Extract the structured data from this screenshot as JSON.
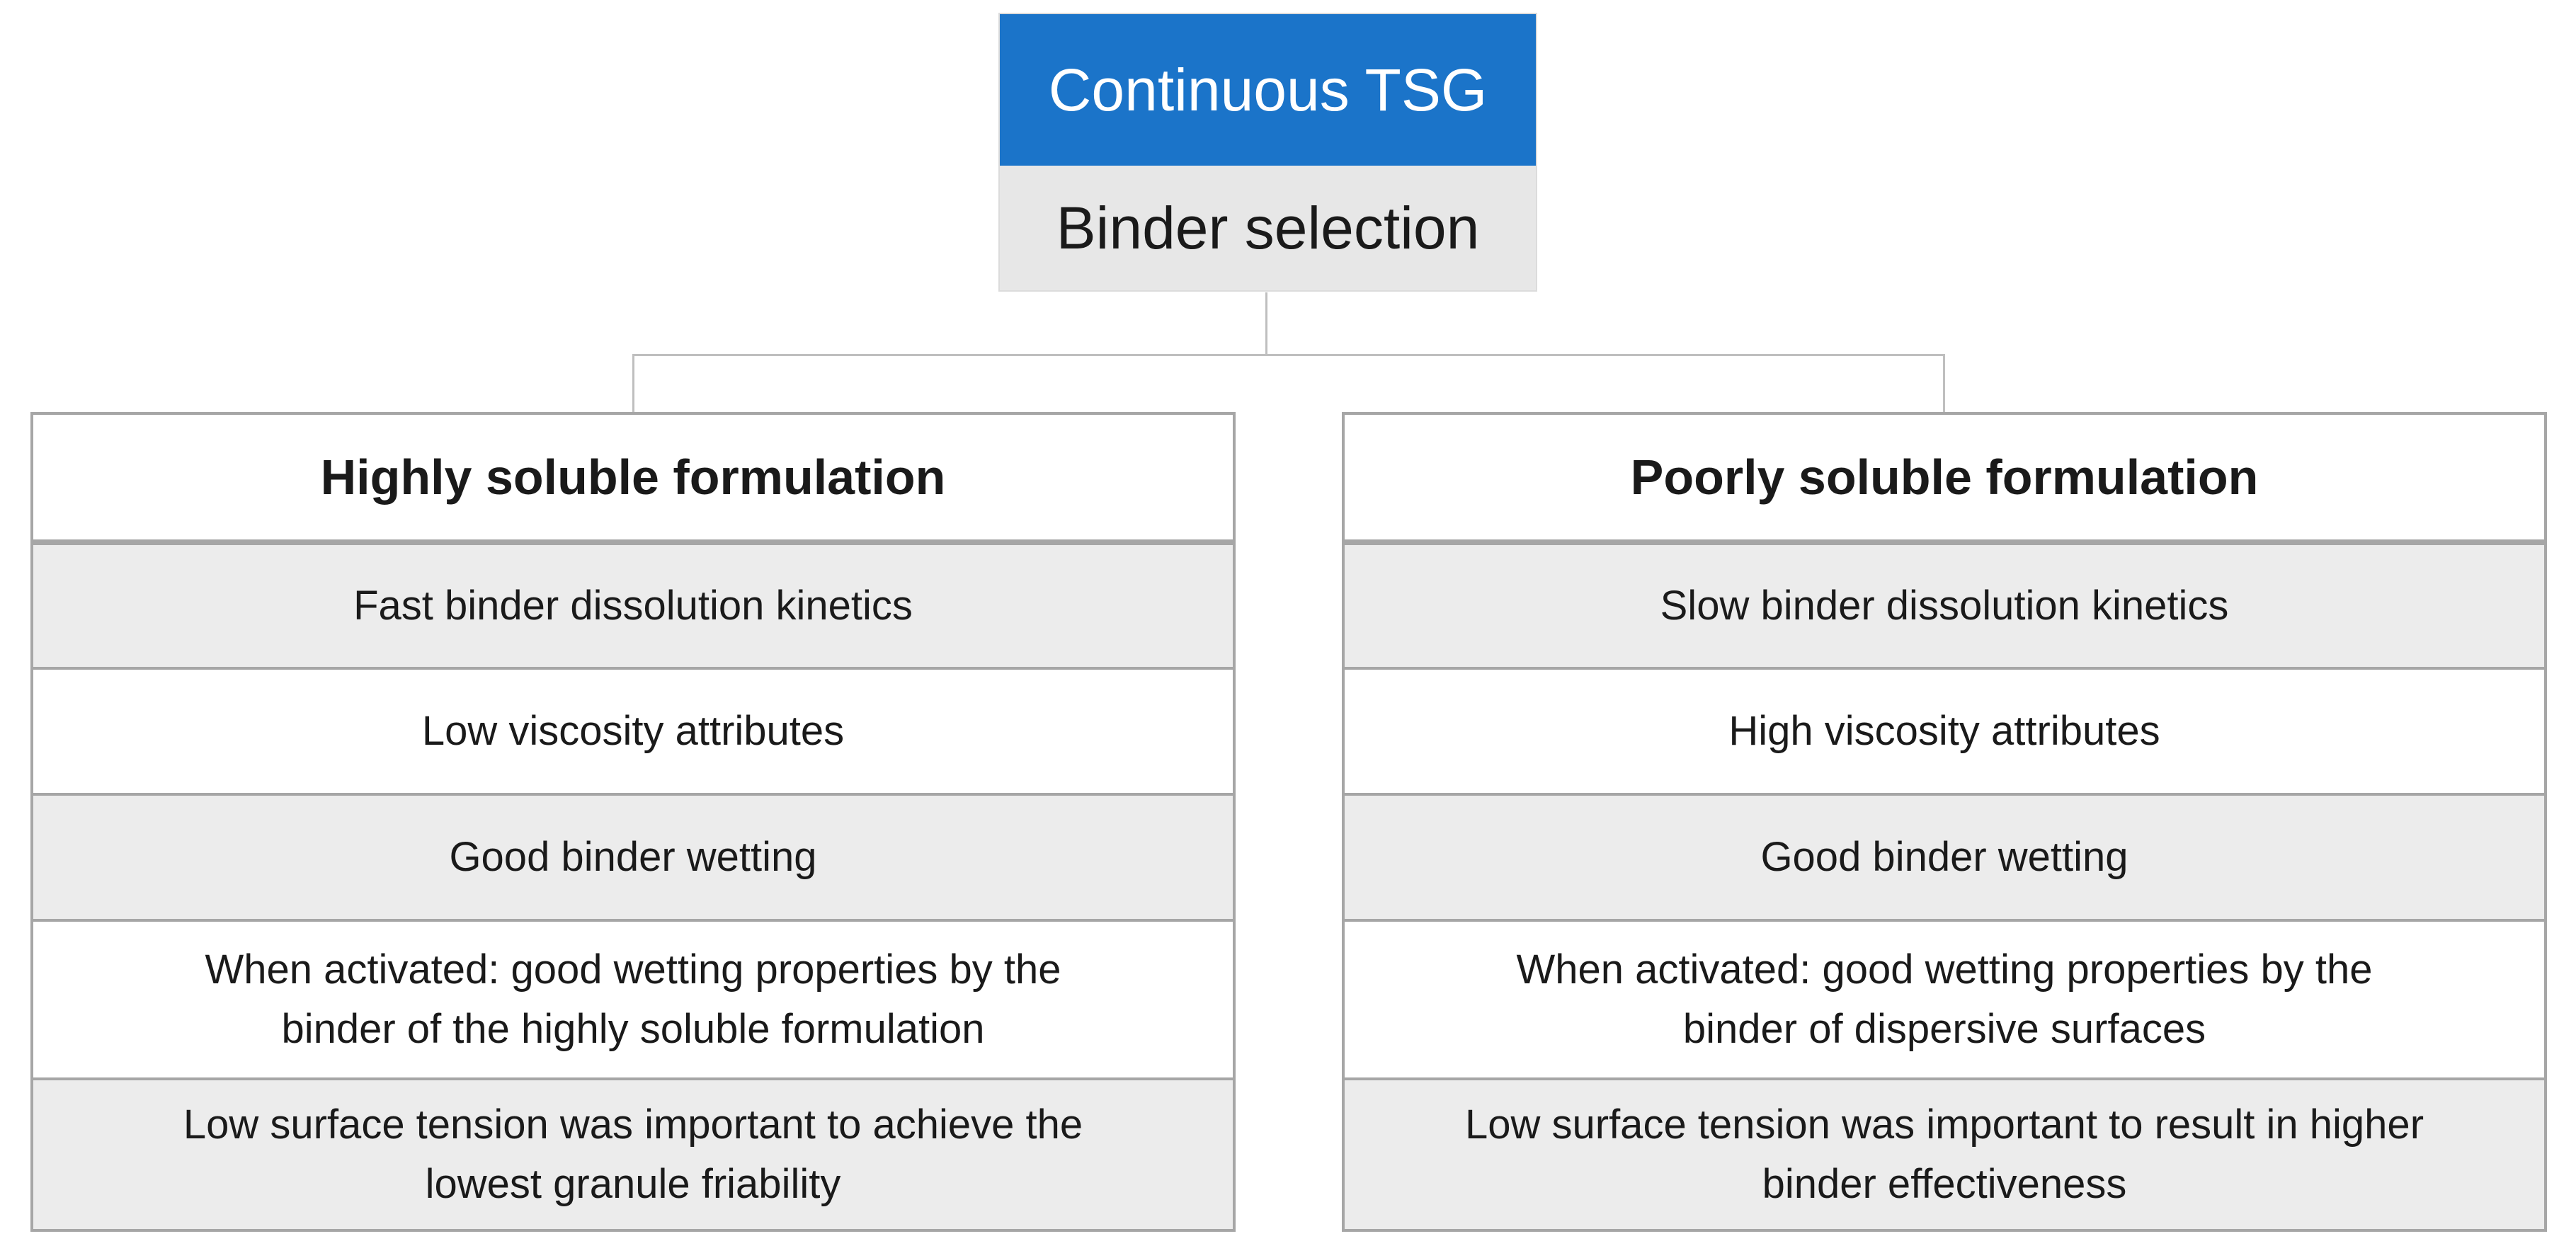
{
  "root": {
    "title": "Continuous TSG",
    "subtitle": "Binder selection"
  },
  "columns": [
    {
      "header": "Highly soluble formulation",
      "rows": [
        "Fast binder dissolution kinetics",
        "Low viscosity attributes",
        "Good binder wetting",
        "When activated: good wetting properties by the\nbinder of the highly soluble formulation",
        "Low surface tension was important to achieve the\nlowest granule friability"
      ]
    },
    {
      "header": "Poorly soluble formulation",
      "rows": [
        "Slow binder dissolution kinetics",
        "High viscosity attributes",
        "Good binder wetting",
        "When activated: good wetting properties by the\nbinder of dispersive surfaces",
        "Low surface tension was important to result in higher\nbinder effectiveness"
      ]
    }
  ],
  "colors": {
    "accent_blue": "#1B74C9",
    "root_subtitle_bg": "#E7E7E7",
    "row_gray_bg": "#ECECEC",
    "row_white_bg": "#FFFFFF",
    "border_gray": "#A6A6A6",
    "connector_gray": "#BFBFBF",
    "text_dark": "#1A1A1A",
    "text_light": "#FFFFFF"
  }
}
